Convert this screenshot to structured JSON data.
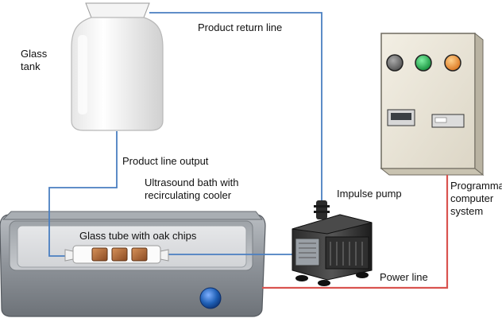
{
  "labels": {
    "glass_tank": "Glass\ntank",
    "product_return_line": "Product return line",
    "product_line_output": "Product line output",
    "ultrasound_bath": "Ultrasound bath with\nrecirculating cooler",
    "impulse_pump": "Impulse pump",
    "glass_tube": "Glass tube with oak chips",
    "power_line": "Power line",
    "programmable_system": "Programmable\ncomputer\nsystem"
  },
  "colors": {
    "return_line": "#4a7fc1",
    "power_line": "#d9534f",
    "indicator_gray": "#6b6b6b",
    "indicator_green": "#1fa84a",
    "indicator_orange": "#f28c28",
    "knob_blue": "#1f5fb5",
    "panel_face": "#ebe6d8"
  }
}
